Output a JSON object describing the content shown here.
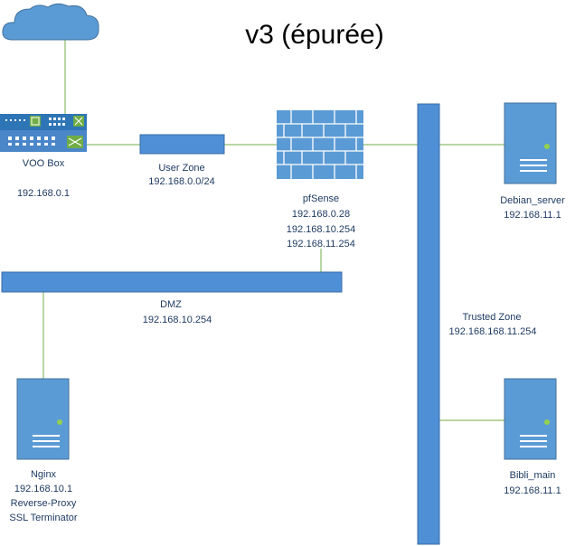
{
  "title": "v3 (épurée)",
  "colors": {
    "device": "#5b9bd5",
    "device_dark": "#2e75b6",
    "wire": "#70ad47",
    "label": "#1f3b63",
    "status_led": "#92d050"
  },
  "nodes": {
    "voo_box": {
      "icon": "modem-router-icon",
      "name": "VOO Box",
      "ip": "192.168.0.1"
    },
    "user_zone": {
      "icon": "network-segment",
      "name": "User Zone",
      "subnet": "192.168.0.0/24"
    },
    "pfsense": {
      "icon": "firewall-icon",
      "name": "pfSense",
      "ip1": "192.168.0.28",
      "ip2": "192.168.10.254",
      "ip3": "192.168.11.254"
    },
    "dmz": {
      "icon": "network-segment",
      "name": "DMZ",
      "ip": "192.168.10.254"
    },
    "trusted_zone": {
      "icon": "network-segment",
      "name": "Trusted Zone",
      "ip": "192.168.168.11.254"
    },
    "debian_server": {
      "icon": "server-icon",
      "name": "Debian_server",
      "ip": "192.168.11.1"
    },
    "bibli_main": {
      "icon": "server-icon",
      "name": "Bibli_main",
      "ip": "192.168.11.1"
    },
    "nginx": {
      "icon": "server-icon",
      "name": "Nginx",
      "ip": "192.168.10.1",
      "role1": "Reverse-Proxy",
      "role2": "SSL Terminator"
    }
  },
  "cloud": {
    "icon": "cloud-icon"
  }
}
